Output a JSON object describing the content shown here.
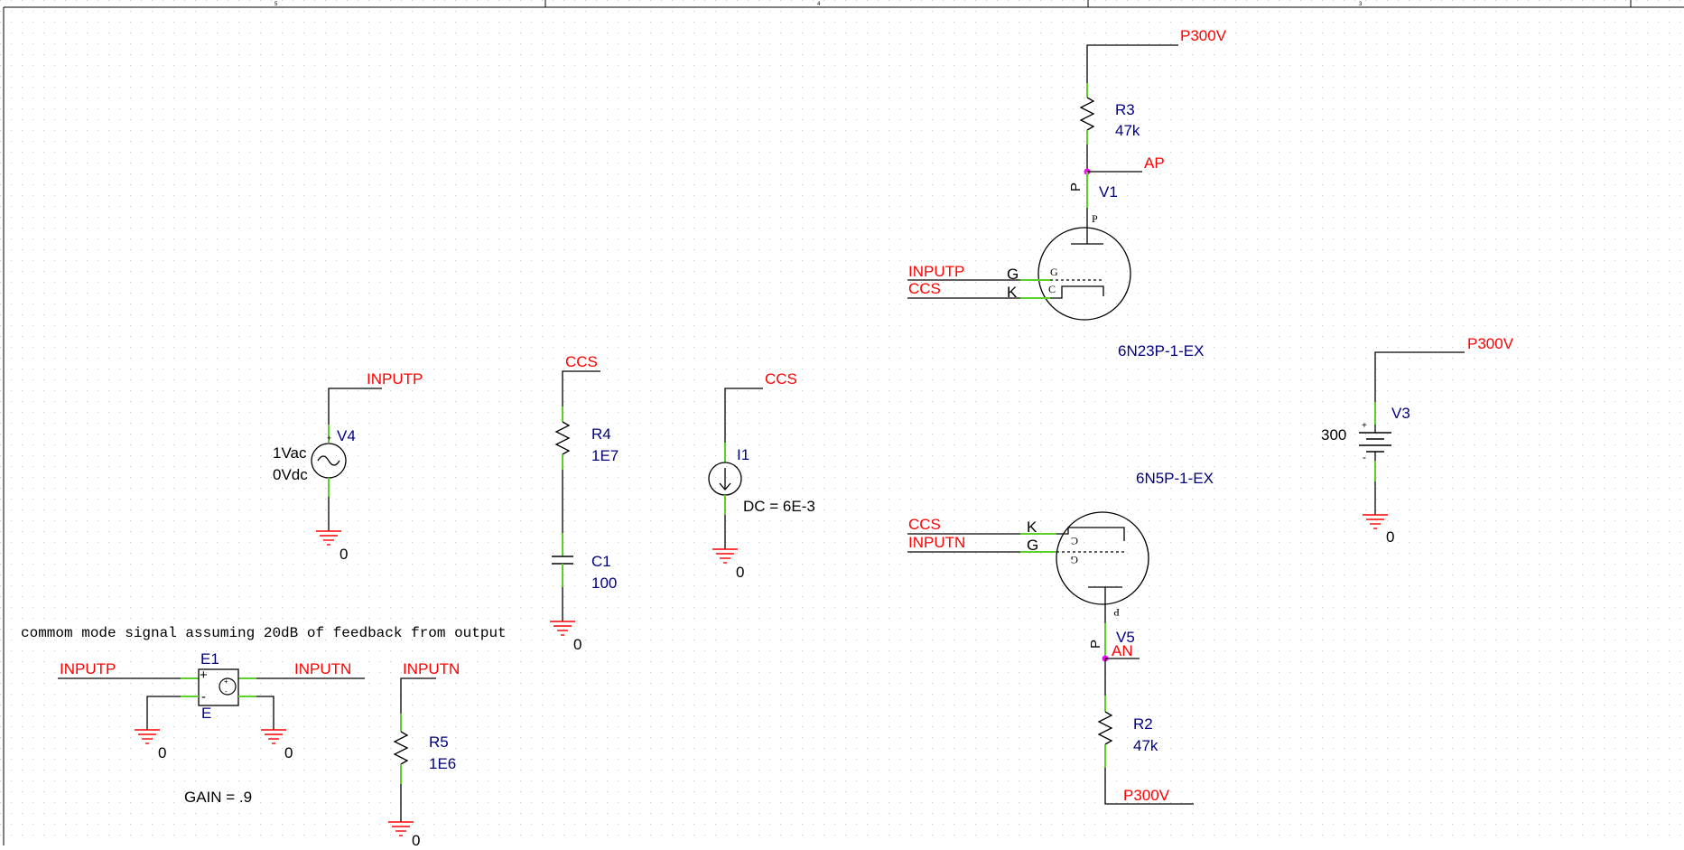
{
  "schematic": {
    "comment": "commom mode signal assuming 20dB of feedback from output",
    "border_ticks": [
      "5",
      "4",
      "3"
    ],
    "nets": {
      "p300v_top": "P300V",
      "ap": "AP",
      "inputp_v1": "INPUTP",
      "ccs_v1": "CCS",
      "p300v_v3": "P300V",
      "inputp_v4": "INPUTP",
      "ccs_r4": "CCS",
      "ccs_i1": "CCS",
      "ccs_v5": "CCS",
      "inputn_v5": "INPUTN",
      "an": "AN",
      "p300v_bottom": "P300V",
      "inputp_e1": "INPUTP",
      "inputn_e1": "INPUTN",
      "inputn_r5": "INPUTN"
    },
    "components": {
      "r3": {
        "ref": "R3",
        "value": "47k"
      },
      "v1": {
        "ref": "V1",
        "model": "6N23P-1-EX",
        "pin_p": "P",
        "pin_g": "G",
        "pin_k": "K",
        "in_p": "P",
        "in_g": "G",
        "in_c": "C"
      },
      "v3": {
        "ref": "V3",
        "value": "300",
        "plus": "+",
        "minus": "-"
      },
      "v4": {
        "ref": "V4",
        "ac": "1Vac",
        "dc": "0Vdc"
      },
      "r4": {
        "ref": "R4",
        "value": "1E7"
      },
      "c1": {
        "ref": "C1",
        "value": "100"
      },
      "i1": {
        "ref": "I1",
        "value": "DC = 6E-3"
      },
      "v5": {
        "ref": "V5",
        "model": "6N5P-1-EX",
        "pin_p": "P",
        "pin_g": "G",
        "pin_k": "K",
        "in_p": "P",
        "in_g": "G",
        "in_c": "C"
      },
      "r2": {
        "ref": "R2",
        "value": "47k"
      },
      "e1": {
        "ref": "E1",
        "gain": "GAIN = .9",
        "plus": "+",
        "minus": "-",
        "e_label": "E"
      },
      "r5": {
        "ref": "R5",
        "value": "1E6"
      }
    },
    "grounds": {
      "label": "0"
    }
  }
}
